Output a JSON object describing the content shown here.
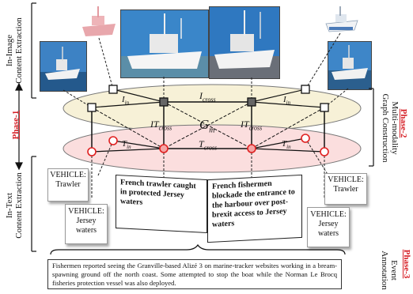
{
  "left_labels": {
    "in_image_line1": "In-Image",
    "in_image_line2": "Content Extraction",
    "phase1": "Phase-1",
    "in_text_line1": "In-Text",
    "in_text_line2": "Content Extraction"
  },
  "right_labels": {
    "graph_line1": "Multi-modality",
    "graph_line2": "Graph Construction",
    "phase2": "Phase-2",
    "event_line1": "Event",
    "event_line2": "Annotation",
    "phase3": "Phase-3"
  },
  "graph": {
    "gm": "G",
    "gm_sub": "m",
    "i_cross": "I",
    "t_cross": "T",
    "it_cross": "IT",
    "cross_sub": "cross",
    "i_in": "I",
    "t_in": "T",
    "in_sub": "in",
    "colors": {
      "image_layer": "#f7f1d7",
      "text_layer": "#fbdede",
      "text_node": "#e02020",
      "image_node": "#000000"
    }
  },
  "vehicle_boxes": {
    "left_top": {
      "line1": "VEHICLE:",
      "line2": "Trawler"
    },
    "left_bottom": {
      "line1": "VEHICLE:",
      "line2": "Jersey",
      "line3": "waters"
    },
    "right_top": {
      "line1": "VEHICLE:",
      "line2": "Trawler"
    },
    "right_bottom": {
      "line1": "VEHICLE:",
      "line2": "Jersey",
      "line3": "waters"
    }
  },
  "notes": {
    "left": "French trawler caught in protected Jersey waters",
    "right": "French fishermen blockade the entrance to the harbour over post-brexit access to Jersey waters"
  },
  "caption": "Fishermen reported seeing the Granville-based Alizé 3 on marine-tracker websites working in a bream-spawning ground off the north coast. Some attempted to stop the boat while the Norman Le Brocq fisheries protection vessel was also deployed."
}
